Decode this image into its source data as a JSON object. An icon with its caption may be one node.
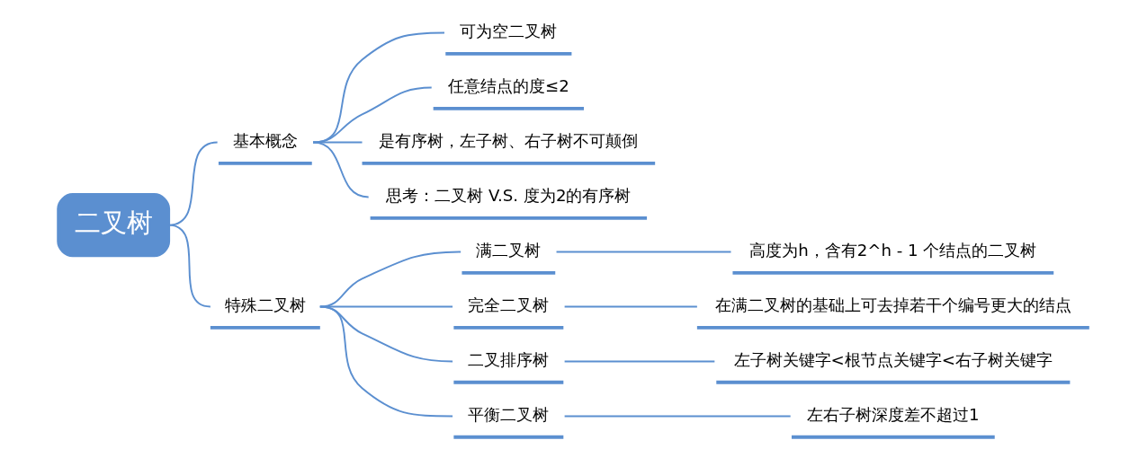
{
  "diagram": {
    "nodes": [
      {
        "text": [
          "二叉树"
        ]
      },
      {
        "text": [
          "基本概念"
        ]
      },
      {
        "text": [
          "可为空二叉树"
        ]
      },
      {
        "text": [
          "任意结点的度≤2"
        ]
      },
      {
        "text": [
          "是有序树，左子树、右子树不可颠倒"
        ]
      },
      {
        "text": [
          "思考：二叉树 V.S. 度为2的有序树"
        ]
      },
      {
        "text": [
          "特殊二叉树"
        ]
      },
      {
        "text": [
          "满二叉树"
        ]
      },
      {
        "text": [
          "高度为h，含有2^h - 1 个结点的二叉树"
        ]
      },
      {
        "text": [
          "完全二叉树"
        ]
      },
      {
        "text": [
          "在满二叉树的基础上可去掉若干个编号更大的结点"
        ]
      },
      {
        "text": [
          "二叉排序树"
        ]
      },
      {
        "text": [
          "左子树关键字<根节点关键字<右子树关键字"
        ]
      },
      {
        "text": [
          "平衡二叉树"
        ]
      },
      {
        "text": [
          "左右子树深度差不超过1"
        ]
      }
    ],
    "edges": [
      {
        "from": 0,
        "to": 1,
        "arrow": "none"
      },
      {
        "from": 1,
        "to": 2,
        "arrow": "none"
      },
      {
        "from": 1,
        "to": 3,
        "arrow": "none"
      },
      {
        "from": 1,
        "to": 4,
        "arrow": "none"
      },
      {
        "from": 1,
        "to": 5,
        "arrow": "none"
      },
      {
        "from": 0,
        "to": 6,
        "arrow": "none"
      },
      {
        "from": 6,
        "to": 7,
        "arrow": "none"
      },
      {
        "from": 7,
        "to": 8,
        "arrow": "none"
      },
      {
        "from": 6,
        "to": 9,
        "arrow": "none"
      },
      {
        "from": 9,
        "to": 10,
        "arrow": "none"
      },
      {
        "from": 6,
        "to": 11,
        "arrow": "none"
      },
      {
        "from": 11,
        "to": 12,
        "arrow": "none"
      },
      {
        "from": 6,
        "to": 13,
        "arrow": "none"
      },
      {
        "from": 13,
        "to": 14,
        "arrow": "none"
      }
    ]
  }
}
